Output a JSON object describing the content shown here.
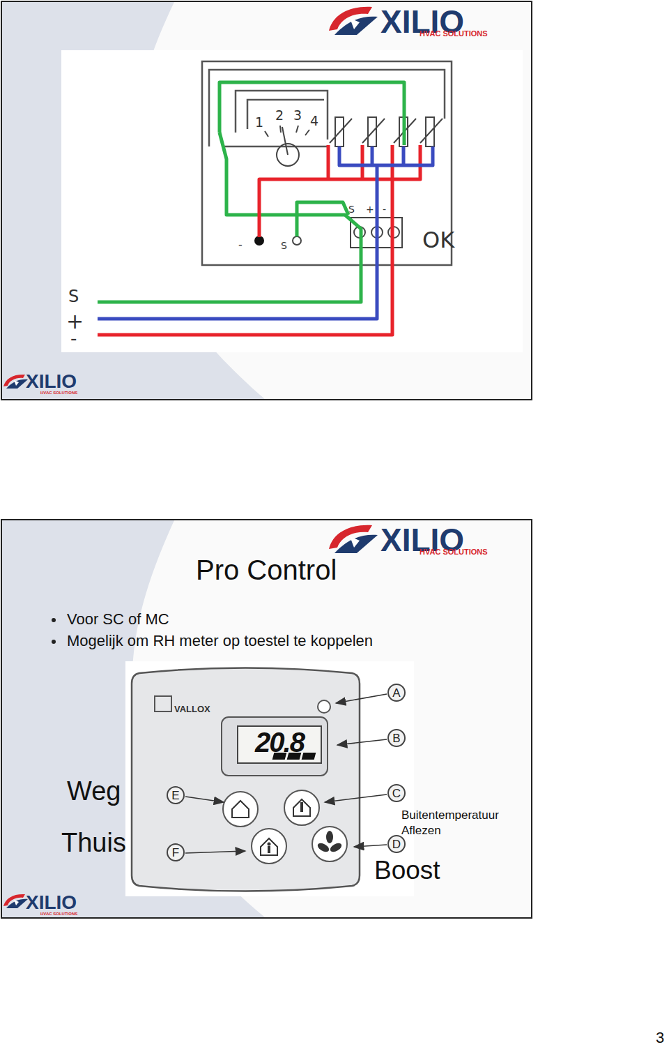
{
  "diagram": {
    "title": "Pro Control",
    "nodes": [
      {
        "text": [
          "20.8"
        ]
      },
      {
        "text": [
          "A"
        ]
      },
      {
        "text": [
          "B"
        ]
      },
      {
        "text": [
          "C"
        ]
      },
      {
        "text": [
          "D"
        ]
      },
      {
        "text": [
          "E"
        ]
      },
      {
        "text": [
          "F"
        ]
      }
    ],
    "labels": [
      "XILIO",
      "HVAC SOLUTIONS",
      "1",
      "2",
      "3",
      "4",
      "S",
      "+",
      "-",
      "OK",
      "-",
      "S",
      "S",
      "+",
      "-",
      "XILIO",
      "HVAC SOLUTIONS",
      "XILIO",
      "HVAC SOLUTIONS",
      "Voor SC of MC",
      "Mogelijk om RH meter op toestel te koppelen",
      "VALLOX",
      "Weg",
      "Thuis",
      "Buitentemperatuur Aflezen",
      "Boost",
      "XILIO",
      "HVAC SOLUTIONS",
      "3"
    ]
  }
}
